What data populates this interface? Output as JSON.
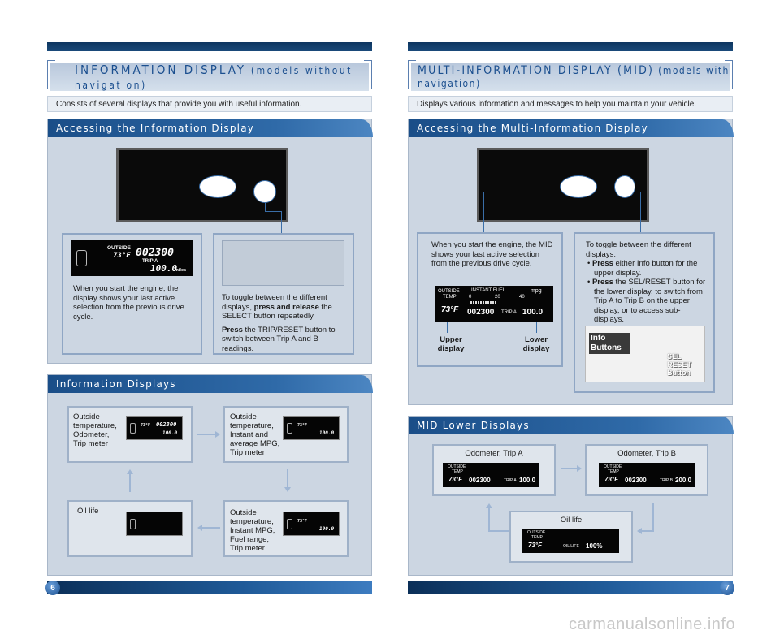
{
  "left": {
    "title_main": "INFORMATION DISPLAY",
    "title_sub": " (models without navigation)",
    "description": "Consists of several displays that provide you with useful information.",
    "accessing_header": "Accessing the Information Display",
    "start_engine_text": "When you start the engine, the display shows your last active selection from the previous drive cycle.",
    "toggle_text_a": "To toggle between the different displays, ",
    "toggle_bold_a": "press and release",
    "toggle_text_b": " the SELECT button repeatedly.",
    "press_bold": "Press",
    "press_text": " the TRIP/RESET button to switch between Trip A and B readings.",
    "display_outside": "OUTSIDE",
    "display_temp": "73°F",
    "display_odo": "002300",
    "display_trip_label": "TRIP A",
    "display_trip": "100.0",
    "display_unit": "miles",
    "info_displays_header": "Information Displays",
    "item1": "Outside temperature, Odometer, Trip meter",
    "item2": "Outside temperature, Instant and average MPG, Trip meter",
    "item3": "Outside temperature, Instant MPG, Fuel range, Trip meter",
    "item4": "Oil life",
    "page_number": "6"
  },
  "right": {
    "title_main": "MULTI-INFORMATION DISPLAY (MID)",
    "title_sub": " (models with navigation)",
    "description": "Displays various information and messages to help you maintain your vehicle.",
    "accessing_header": "Accessing the Multi-Information Display",
    "start_engine_text": "When you start the engine, the MID shows your last active selection from the previous drive cycle.",
    "toggle_intro": "To toggle between the different displays:",
    "bullet1_bold": "Press",
    "bullet1_text": " either Info button for the upper display.",
    "bullet2_bold": "Press",
    "bullet2_text": " the SEL/RESET button for the lower display, to switch from Trip A to Trip B on the upper display, or to access sub-displays.",
    "mid_outside": "OUTSIDE",
    "mid_temp_label": "TEMP",
    "mid_instant": "INSTANT FUEL",
    "mid_mpg": "mpg",
    "mid_scale_0": "0",
    "mid_scale_20": "20",
    "mid_scale_40": "40",
    "mid_temp": "73°F",
    "mid_odo": "002300",
    "mid_trip_label": "TRIP A",
    "mid_trip": "100.0",
    "upper_label": "Upper display",
    "lower_label": "Lower display",
    "info_buttons": "Info Buttons",
    "sel_reset": "SEL RESET Button",
    "lower_header": "MID Lower Displays",
    "odo_a_title": "Odometer, Trip A",
    "odo_b_title": "Odometer, Trip B",
    "oil_title": "Oil life",
    "trip_a_label": "TRIP A",
    "trip_a_value": "100.0",
    "trip_b_label": "TRIP B",
    "trip_b_value": "200.0",
    "oil_label": "OIL LIFE",
    "oil_value": "100%",
    "page_number": "7"
  },
  "watermark": "carmanualsonline.info"
}
